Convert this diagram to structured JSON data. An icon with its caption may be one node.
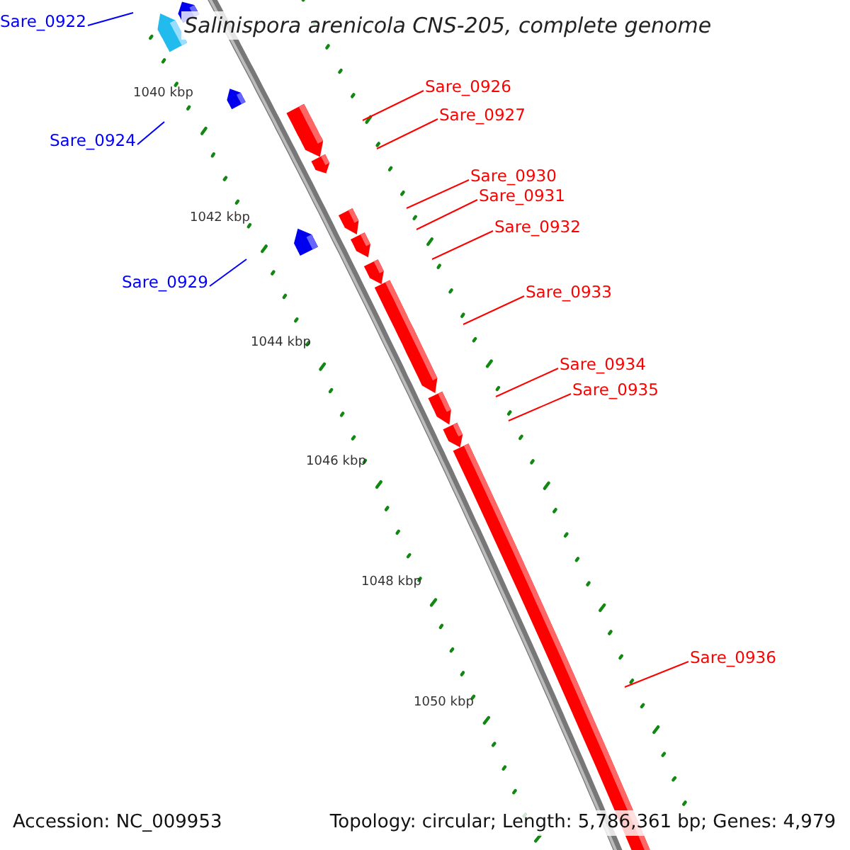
{
  "diagram": {
    "title": "Salinispora arenicola CNS-205, complete genome",
    "nodes": [
      {
        "text": [
          "Sare_0922"
        ]
      },
      {
        "text": [
          "Sare_0926"
        ]
      },
      {
        "text": [
          "Sare_0927"
        ]
      },
      {
        "text": [
          "Sare_0924"
        ]
      },
      {
        "text": [
          "Sare_0930"
        ]
      },
      {
        "text": [
          "Sare_0931"
        ]
      },
      {
        "text": [
          "Sare_0932"
        ]
      },
      {
        "text": [
          "Sare_0929"
        ]
      },
      {
        "text": [
          "Sare_0933"
        ]
      },
      {
        "text": [
          "Sare_0934"
        ]
      },
      {
        "text": [
          "Sare_0935"
        ]
      },
      {
        "text": [
          "Sare_0936"
        ]
      }
    ],
    "edges": [
      {
        "from": 0,
        "to": null,
        "arrow": "none",
        "color": "#0000ff"
      },
      {
        "from": 1,
        "to": null,
        "arrow": "none"
      },
      {
        "from": 2,
        "to": null,
        "arrow": "none"
      },
      {
        "from": 3,
        "to": null,
        "arrow": "none",
        "color": "#0000ff"
      },
      {
        "from": 4,
        "to": null,
        "arrow": "none"
      },
      {
        "from": 5,
        "to": null,
        "arrow": "none"
      },
      {
        "from": 6,
        "to": null,
        "arrow": "none"
      },
      {
        "from": 7,
        "to": null,
        "arrow": "none",
        "color": "#0000ff"
      },
      {
        "from": 8,
        "to": null,
        "arrow": "none"
      },
      {
        "from": 9,
        "to": null,
        "arrow": "none"
      },
      {
        "from": 10,
        "to": null,
        "arrow": "none"
      },
      {
        "from": 11,
        "to": null,
        "arrow": "none"
      }
    ],
    "labels": [
      "1040 kbp",
      "1042 kbp",
      "1044 kbp",
      "1046 kbp",
      "1048 kbp",
      "1050 kbp",
      "Accession: NC_009953",
      "Topology: circular; Length: 5,786,361 bp; Genes: 4,979"
    ]
  }
}
